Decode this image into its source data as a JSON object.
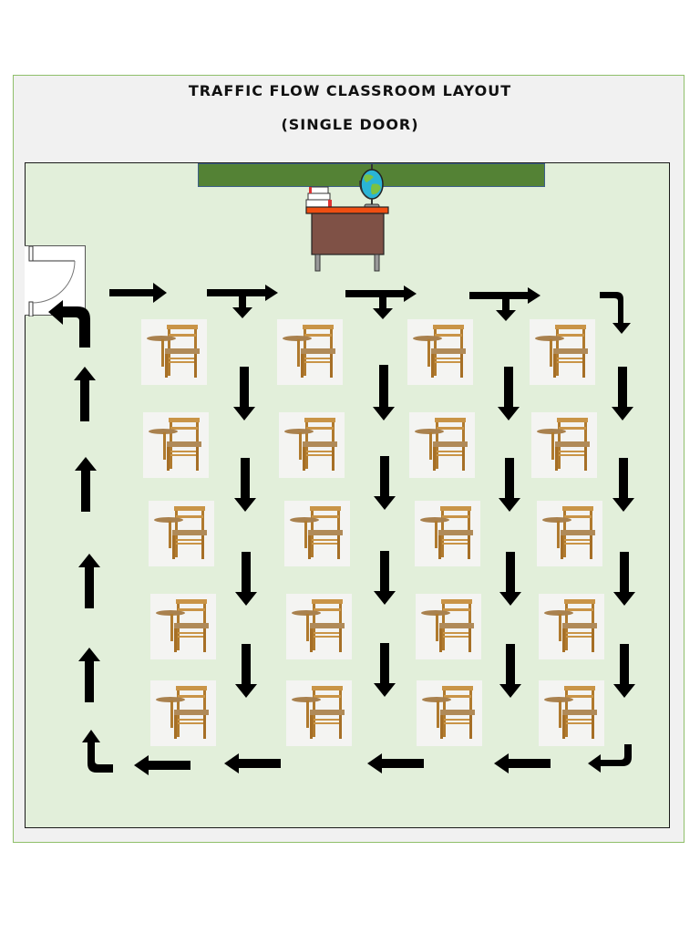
{
  "title": {
    "line1": "TRAFFIC FLOW CLASSROOM LAYOUT",
    "line2": "(SINGLE DOOR)"
  },
  "colors": {
    "frame_bg": "#f1f1f1",
    "frame_border": "#8fbf6a",
    "room_bg": "#e2efda",
    "chalkboard": "#548235",
    "desk_top": "#f04e12",
    "desk_body": "#7f5146",
    "arrow": "#000000"
  },
  "room": {
    "chalkboard": {
      "label": "chalkboard"
    },
    "teacher_desk": {
      "label": "teacher desk",
      "items": [
        "books",
        "globe"
      ]
    },
    "door": {
      "label": "single door",
      "count": 1
    },
    "desks": {
      "rows": 5,
      "columns": 4,
      "total": 20
    },
    "flow": {
      "description": "Enter through door, move right along front aisle, branch down between desk columns, move left along back aisle, return up left aisle to door",
      "arrows": {
        "front_row": [
          "right",
          "right-and-down",
          "right-and-down",
          "right-and-down",
          "turn-down"
        ],
        "column_aisles": [
          "down",
          "down",
          "down",
          "down"
        ],
        "back_row": [
          "left",
          "left",
          "left",
          "left",
          "turn-left"
        ],
        "left_aisle": [
          "up",
          "up",
          "up",
          "up",
          "turn-up"
        ],
        "exit": "turn-left-to-door"
      }
    }
  }
}
